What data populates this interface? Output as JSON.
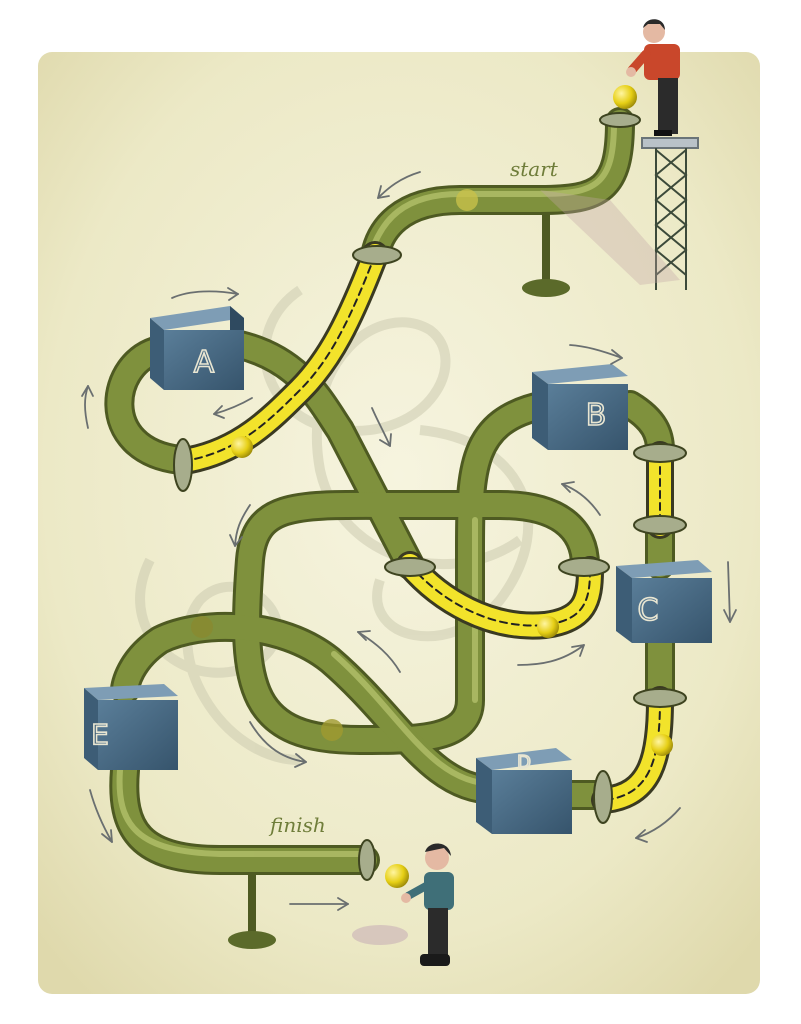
{
  "labels": {
    "start": "start",
    "finish": "finish"
  },
  "boxes": [
    {
      "id": "A",
      "letter": "A"
    },
    {
      "id": "B",
      "letter": "B"
    },
    {
      "id": "C",
      "letter": "C"
    },
    {
      "id": "D",
      "letter": "D"
    },
    {
      "id": "E",
      "letter": "E"
    }
  ],
  "colors": {
    "paper": "#efedcf",
    "pipe": "#7d8f3c",
    "pipe_dark": "#4e5a22",
    "highlight": "#f3e62a",
    "box": "#4b6f8c",
    "ball": "#e8d21a"
  }
}
